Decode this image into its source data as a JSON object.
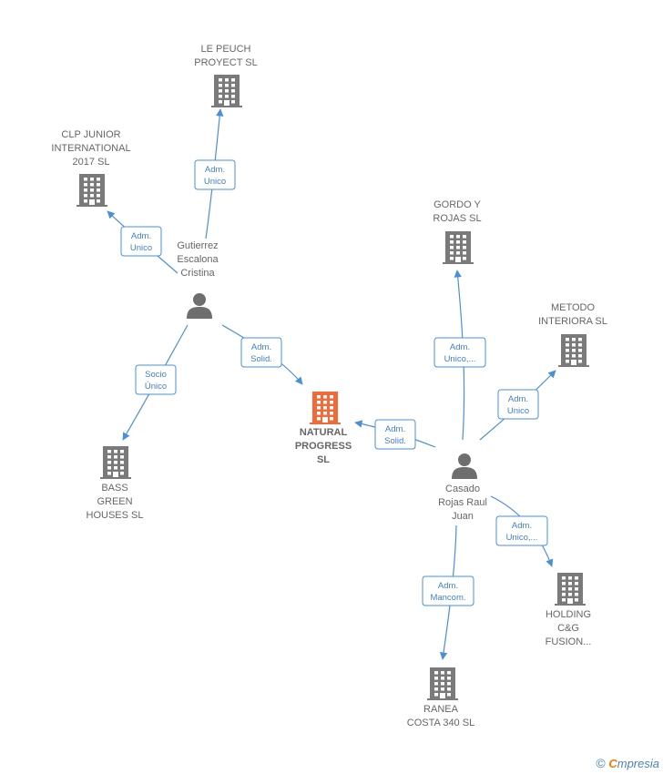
{
  "colors": {
    "building": "#7a7a7a",
    "highlight": "#f06a3a",
    "person": "#6e6e6e",
    "edge": "#4a8fd8",
    "text": "#666666"
  },
  "nodes": [
    {
      "id": "le_peuch",
      "type": "company",
      "lines": [
        "LE PEUCH",
        "PROYECT  SL"
      ]
    },
    {
      "id": "clp",
      "type": "company",
      "lines": [
        "CLP JUNIOR",
        "INTERNATIONAL",
        "2017  SL"
      ]
    },
    {
      "id": "gutierrez",
      "type": "person",
      "lines": [
        "Gutierrez",
        "Escalona",
        "Cristina"
      ]
    },
    {
      "id": "bass",
      "type": "company",
      "lines": [
        "BASS",
        "GREEN",
        "HOUSES  SL"
      ]
    },
    {
      "id": "natural",
      "type": "company",
      "main": true,
      "lines": [
        "NATURAL",
        "PROGRESS",
        "SL"
      ]
    },
    {
      "id": "gordo",
      "type": "company",
      "lines": [
        "GORDO Y",
        "ROJAS SL"
      ]
    },
    {
      "id": "metodo",
      "type": "company",
      "lines": [
        "METODO",
        "INTERIORA SL"
      ]
    },
    {
      "id": "casado",
      "type": "person",
      "lines": [
        "Casado",
        "Rojas Raul",
        "Juan"
      ]
    },
    {
      "id": "holding",
      "type": "company",
      "lines": [
        "HOLDING",
        "C&G",
        "FUSION..."
      ]
    },
    {
      "id": "ranea",
      "type": "company",
      "lines": [
        "RANEA",
        "COSTA 340  SL"
      ]
    }
  ],
  "edges": [
    {
      "from": "gutierrez",
      "to": "le_peuch",
      "lines": [
        "Adm.",
        "Unico"
      ]
    },
    {
      "from": "gutierrez",
      "to": "clp",
      "lines": [
        "Adm.",
        "Unico"
      ]
    },
    {
      "from": "gutierrez",
      "to": "bass",
      "lines": [
        "Socio",
        "Único"
      ]
    },
    {
      "from": "gutierrez",
      "to": "natural",
      "lines": [
        "Adm.",
        "Solid."
      ]
    },
    {
      "from": "casado",
      "to": "natural",
      "lines": [
        "Adm.",
        "Solid."
      ]
    },
    {
      "from": "casado",
      "to": "gordo",
      "lines": [
        "Adm.",
        "Unico,..."
      ]
    },
    {
      "from": "casado",
      "to": "metodo",
      "lines": [
        "Adm.",
        "Unico"
      ]
    },
    {
      "from": "casado",
      "to": "holding",
      "lines": [
        "Adm.",
        "Unico,..."
      ]
    },
    {
      "from": "casado",
      "to": "ranea",
      "lines": [
        "Adm.",
        "Mancom."
      ]
    }
  ],
  "footer": {
    "copyright": "©",
    "brand_first": "C",
    "brand_rest": "mpresia"
  }
}
